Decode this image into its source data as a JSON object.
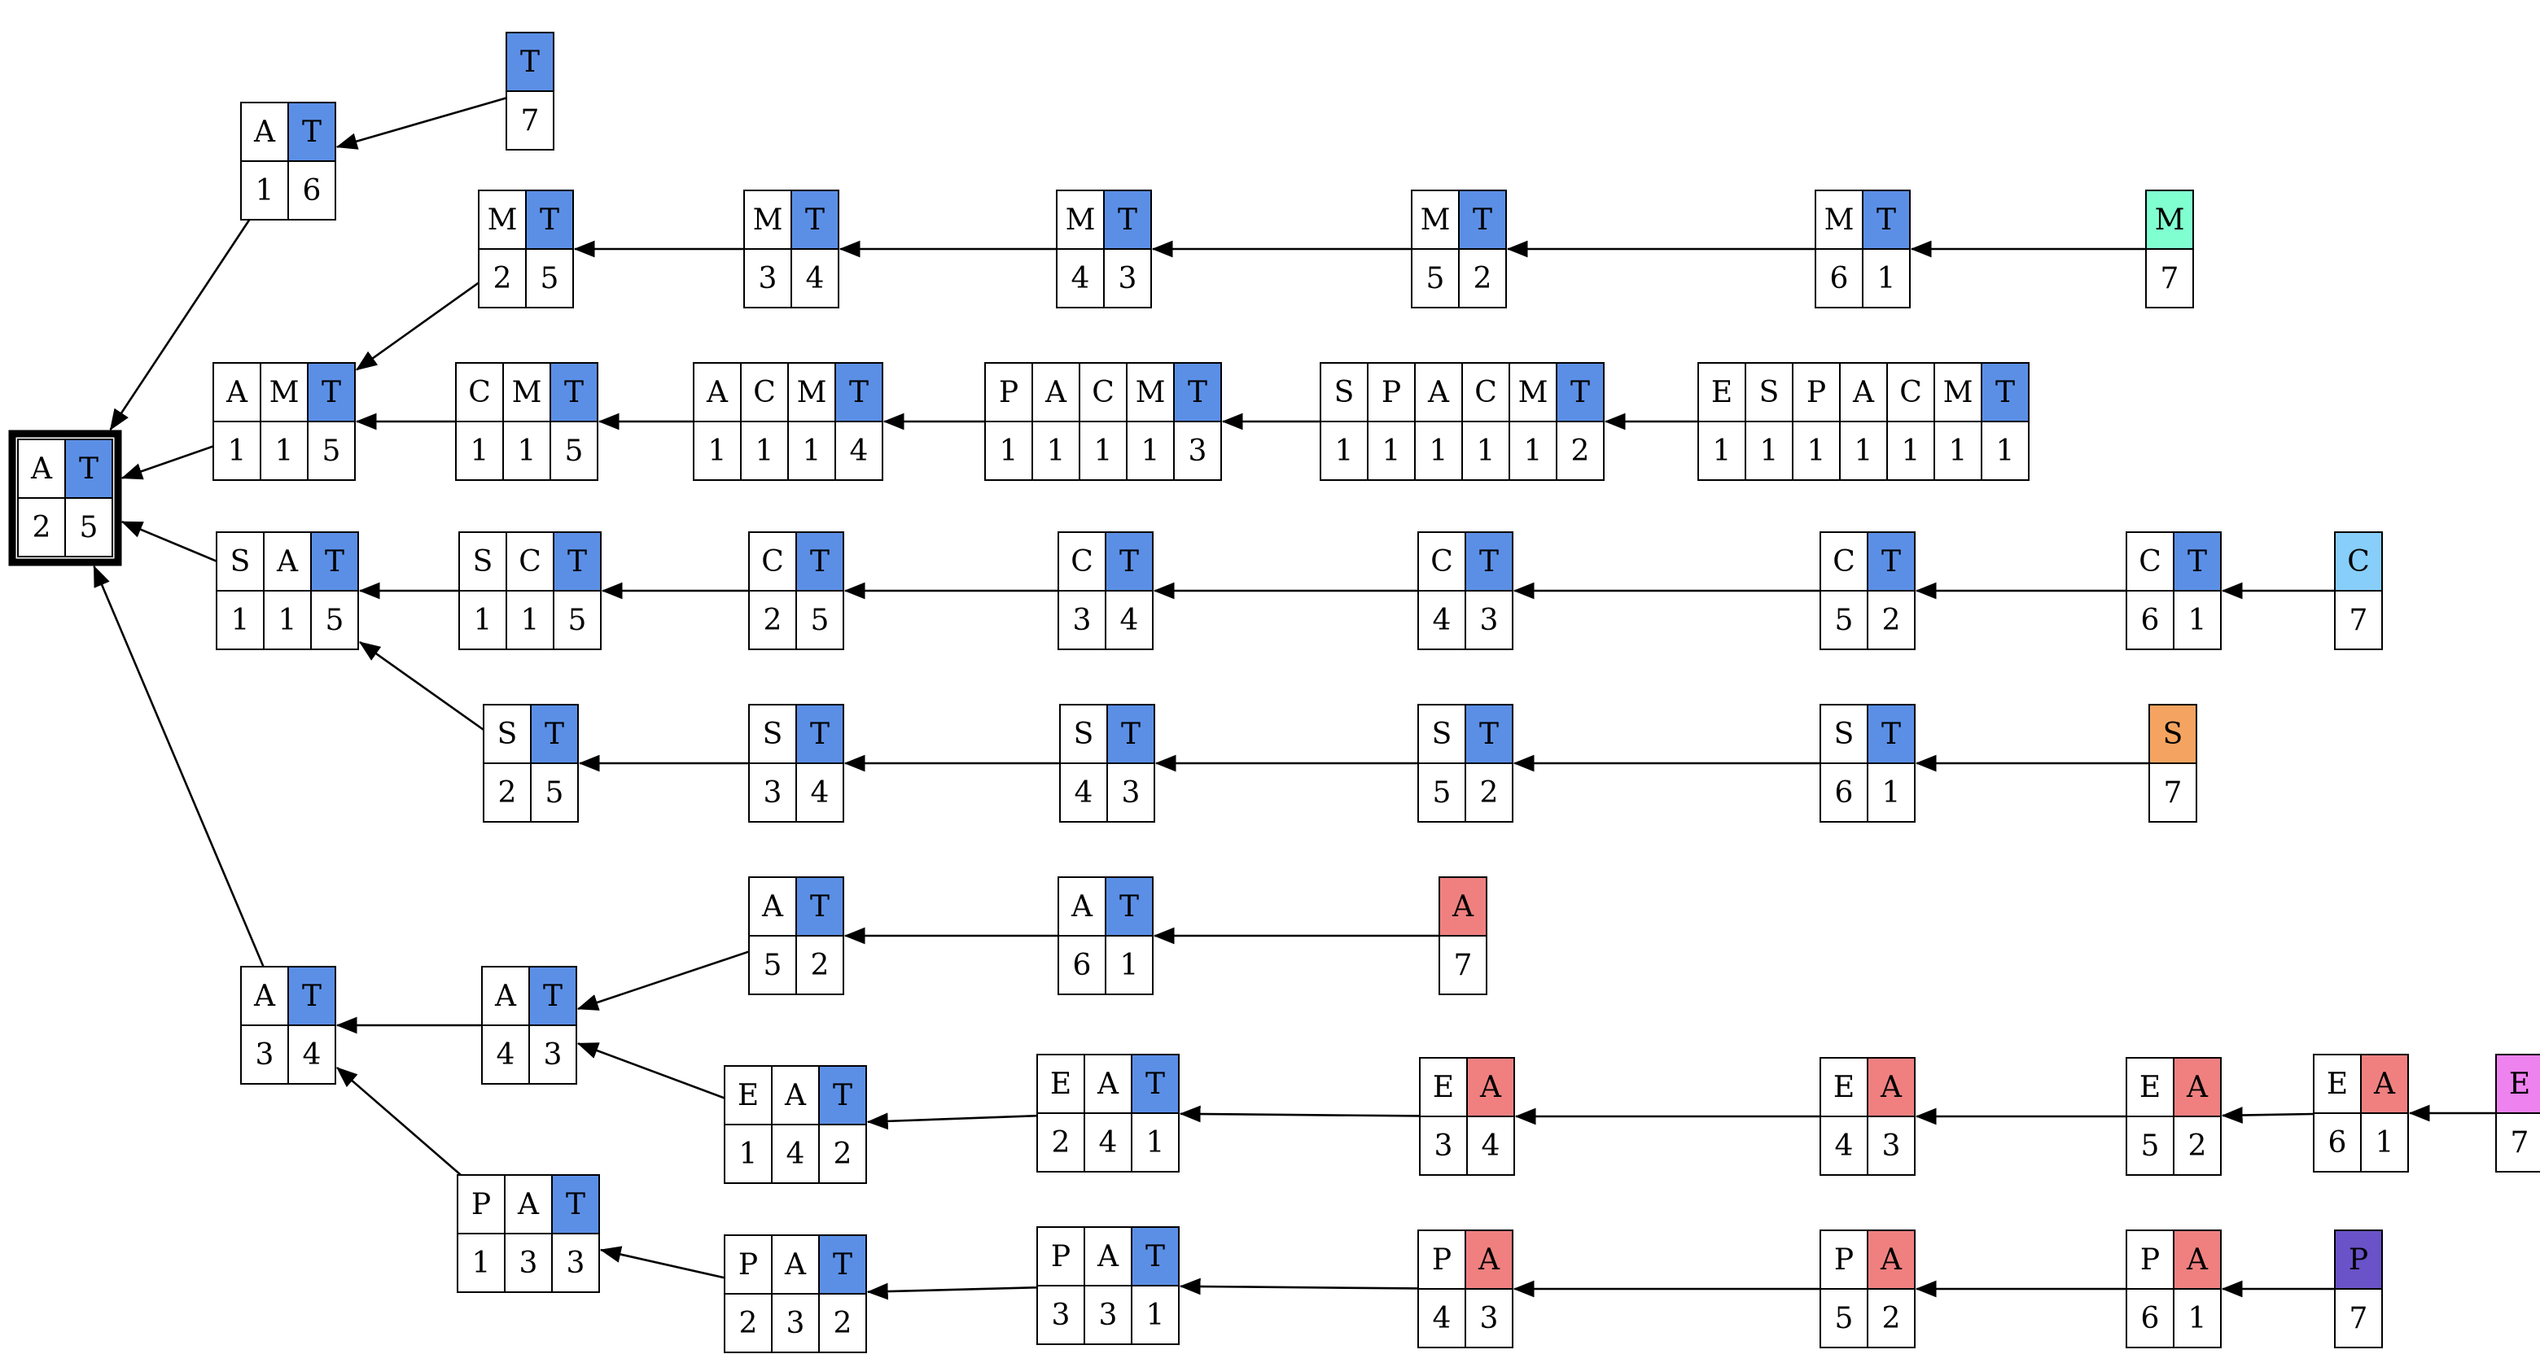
{
  "colors": {
    "T": "#5b8fe6",
    "A": "#f08080",
    "M": "#80ffd0",
    "C": "#87cefa",
    "S": "#f4a460",
    "E": "#ee82ee",
    "P": "#6a52c8",
    "plain": "#ffffff",
    "border": "#000000"
  },
  "nodes": [
    {
      "id": "root",
      "labels": [
        "A",
        "T"
      ],
      "counts": [
        "2",
        "5"
      ],
      "root": true
    },
    {
      "id": "at16",
      "labels": [
        "A",
        "T"
      ],
      "counts": [
        "1",
        "6"
      ]
    },
    {
      "id": "t7",
      "labels": [
        "T"
      ],
      "counts": [
        "7"
      ]
    },
    {
      "id": "mt25",
      "labels": [
        "M",
        "T"
      ],
      "counts": [
        "2",
        "5"
      ]
    },
    {
      "id": "mt34",
      "labels": [
        "M",
        "T"
      ],
      "counts": [
        "3",
        "4"
      ]
    },
    {
      "id": "mt43",
      "labels": [
        "M",
        "T"
      ],
      "counts": [
        "4",
        "3"
      ]
    },
    {
      "id": "mt52",
      "labels": [
        "M",
        "T"
      ],
      "counts": [
        "5",
        "2"
      ]
    },
    {
      "id": "mt61",
      "labels": [
        "M",
        "T"
      ],
      "counts": [
        "6",
        "1"
      ]
    },
    {
      "id": "m7",
      "labels": [
        "M"
      ],
      "counts": [
        "7"
      ]
    },
    {
      "id": "amt",
      "labels": [
        "A",
        "M",
        "T"
      ],
      "counts": [
        "1",
        "1",
        "5"
      ]
    },
    {
      "id": "cmt",
      "labels": [
        "C",
        "M",
        "T"
      ],
      "counts": [
        "1",
        "1",
        "5"
      ]
    },
    {
      "id": "acmt",
      "labels": [
        "A",
        "C",
        "M",
        "T"
      ],
      "counts": [
        "1",
        "1",
        "1",
        "4"
      ]
    },
    {
      "id": "pacmt",
      "labels": [
        "P",
        "A",
        "C",
        "M",
        "T"
      ],
      "counts": [
        "1",
        "1",
        "1",
        "1",
        "3"
      ]
    },
    {
      "id": "spacmt",
      "labels": [
        "S",
        "P",
        "A",
        "C",
        "M",
        "T"
      ],
      "counts": [
        "1",
        "1",
        "1",
        "1",
        "1",
        "2"
      ]
    },
    {
      "id": "espacmt",
      "labels": [
        "E",
        "S",
        "P",
        "A",
        "C",
        "M",
        "T"
      ],
      "counts": [
        "1",
        "1",
        "1",
        "1",
        "1",
        "1",
        "1"
      ]
    },
    {
      "id": "sat",
      "labels": [
        "S",
        "A",
        "T"
      ],
      "counts": [
        "1",
        "1",
        "5"
      ]
    },
    {
      "id": "sct",
      "labels": [
        "S",
        "C",
        "T"
      ],
      "counts": [
        "1",
        "1",
        "5"
      ]
    },
    {
      "id": "ct25",
      "labels": [
        "C",
        "T"
      ],
      "counts": [
        "2",
        "5"
      ]
    },
    {
      "id": "ct34",
      "labels": [
        "C",
        "T"
      ],
      "counts": [
        "3",
        "4"
      ]
    },
    {
      "id": "ct43",
      "labels": [
        "C",
        "T"
      ],
      "counts": [
        "4",
        "3"
      ]
    },
    {
      "id": "ct52",
      "labels": [
        "C",
        "T"
      ],
      "counts": [
        "5",
        "2"
      ]
    },
    {
      "id": "ct61",
      "labels": [
        "C",
        "T"
      ],
      "counts": [
        "6",
        "1"
      ]
    },
    {
      "id": "c7",
      "labels": [
        "C"
      ],
      "counts": [
        "7"
      ]
    },
    {
      "id": "st25",
      "labels": [
        "S",
        "T"
      ],
      "counts": [
        "2",
        "5"
      ]
    },
    {
      "id": "st34",
      "labels": [
        "S",
        "T"
      ],
      "counts": [
        "3",
        "4"
      ]
    },
    {
      "id": "st43",
      "labels": [
        "S",
        "T"
      ],
      "counts": [
        "4",
        "3"
      ]
    },
    {
      "id": "st52",
      "labels": [
        "S",
        "T"
      ],
      "counts": [
        "5",
        "2"
      ]
    },
    {
      "id": "st61",
      "labels": [
        "S",
        "T"
      ],
      "counts": [
        "6",
        "1"
      ]
    },
    {
      "id": "s7",
      "labels": [
        "S"
      ],
      "counts": [
        "7"
      ]
    },
    {
      "id": "at34",
      "labels": [
        "A",
        "T"
      ],
      "counts": [
        "3",
        "4"
      ]
    },
    {
      "id": "at43",
      "labels": [
        "A",
        "T"
      ],
      "counts": [
        "4",
        "3"
      ]
    },
    {
      "id": "at52",
      "labels": [
        "A",
        "T"
      ],
      "counts": [
        "5",
        "2"
      ]
    },
    {
      "id": "at61",
      "labels": [
        "A",
        "T"
      ],
      "counts": [
        "6",
        "1"
      ]
    },
    {
      "id": "a7",
      "labels": [
        "A"
      ],
      "counts": [
        "7"
      ]
    },
    {
      "id": "eat142",
      "labels": [
        "E",
        "A",
        "T"
      ],
      "counts": [
        "1",
        "4",
        "2"
      ]
    },
    {
      "id": "eat241",
      "labels": [
        "E",
        "A",
        "T"
      ],
      "counts": [
        "2",
        "4",
        "1"
      ]
    },
    {
      "id": "ea34",
      "labels": [
        "E",
        "A"
      ],
      "counts": [
        "3",
        "4"
      ]
    },
    {
      "id": "ea43",
      "labels": [
        "E",
        "A"
      ],
      "counts": [
        "4",
        "3"
      ]
    },
    {
      "id": "ea52",
      "labels": [
        "E",
        "A"
      ],
      "counts": [
        "5",
        "2"
      ]
    },
    {
      "id": "ea61",
      "labels": [
        "E",
        "A"
      ],
      "counts": [
        "6",
        "1"
      ]
    },
    {
      "id": "e7",
      "labels": [
        "E"
      ],
      "counts": [
        "7"
      ]
    },
    {
      "id": "pat133",
      "labels": [
        "P",
        "A",
        "T"
      ],
      "counts": [
        "1",
        "3",
        "3"
      ]
    },
    {
      "id": "pat232",
      "labels": [
        "P",
        "A",
        "T"
      ],
      "counts": [
        "2",
        "3",
        "2"
      ]
    },
    {
      "id": "pat331",
      "labels": [
        "P",
        "A",
        "T"
      ],
      "counts": [
        "3",
        "3",
        "1"
      ]
    },
    {
      "id": "pa43",
      "labels": [
        "P",
        "A"
      ],
      "counts": [
        "4",
        "3"
      ]
    },
    {
      "id": "pa52",
      "labels": [
        "P",
        "A"
      ],
      "counts": [
        "5",
        "2"
      ]
    },
    {
      "id": "pa61",
      "labels": [
        "P",
        "A"
      ],
      "counts": [
        "6",
        "1"
      ]
    },
    {
      "id": "p7",
      "labels": [
        "P"
      ],
      "counts": [
        "7"
      ]
    }
  ],
  "edges": [
    {
      "from": "t7",
      "to": "at16"
    },
    {
      "from": "at16",
      "to": "root"
    },
    {
      "from": "m7",
      "to": "mt61"
    },
    {
      "from": "mt61",
      "to": "mt52"
    },
    {
      "from": "mt52",
      "to": "mt43"
    },
    {
      "from": "mt43",
      "to": "mt34"
    },
    {
      "from": "mt34",
      "to": "mt25"
    },
    {
      "from": "mt25",
      "to": "amt"
    },
    {
      "from": "espacmt",
      "to": "spacmt"
    },
    {
      "from": "spacmt",
      "to": "pacmt"
    },
    {
      "from": "pacmt",
      "to": "acmt"
    },
    {
      "from": "acmt",
      "to": "cmt"
    },
    {
      "from": "cmt",
      "to": "amt"
    },
    {
      "from": "amt",
      "to": "root"
    },
    {
      "from": "c7",
      "to": "ct61"
    },
    {
      "from": "ct61",
      "to": "ct52"
    },
    {
      "from": "ct52",
      "to": "ct43"
    },
    {
      "from": "ct43",
      "to": "ct34"
    },
    {
      "from": "ct34",
      "to": "ct25"
    },
    {
      "from": "ct25",
      "to": "sct"
    },
    {
      "from": "sct",
      "to": "sat"
    },
    {
      "from": "sat",
      "to": "root"
    },
    {
      "from": "s7",
      "to": "st61"
    },
    {
      "from": "st61",
      "to": "st52"
    },
    {
      "from": "st52",
      "to": "st43"
    },
    {
      "from": "st43",
      "to": "st34"
    },
    {
      "from": "st34",
      "to": "st25"
    },
    {
      "from": "st25",
      "to": "sat"
    },
    {
      "from": "a7",
      "to": "at61"
    },
    {
      "from": "at61",
      "to": "at52"
    },
    {
      "from": "at52",
      "to": "at43"
    },
    {
      "from": "at43",
      "to": "at34"
    },
    {
      "from": "e7",
      "to": "ea61"
    },
    {
      "from": "ea61",
      "to": "ea52"
    },
    {
      "from": "ea52",
      "to": "ea43"
    },
    {
      "from": "ea43",
      "to": "ea34"
    },
    {
      "from": "ea34",
      "to": "eat241"
    },
    {
      "from": "eat241",
      "to": "eat142"
    },
    {
      "from": "eat142",
      "to": "at43"
    },
    {
      "from": "p7",
      "to": "pa61"
    },
    {
      "from": "pa61",
      "to": "pa52"
    },
    {
      "from": "pa52",
      "to": "pa43"
    },
    {
      "from": "pa43",
      "to": "pat331"
    },
    {
      "from": "pat331",
      "to": "pat232"
    },
    {
      "from": "pat232",
      "to": "pat133"
    },
    {
      "from": "pat133",
      "to": "at34"
    },
    {
      "from": "at34",
      "to": "root"
    }
  ]
}
